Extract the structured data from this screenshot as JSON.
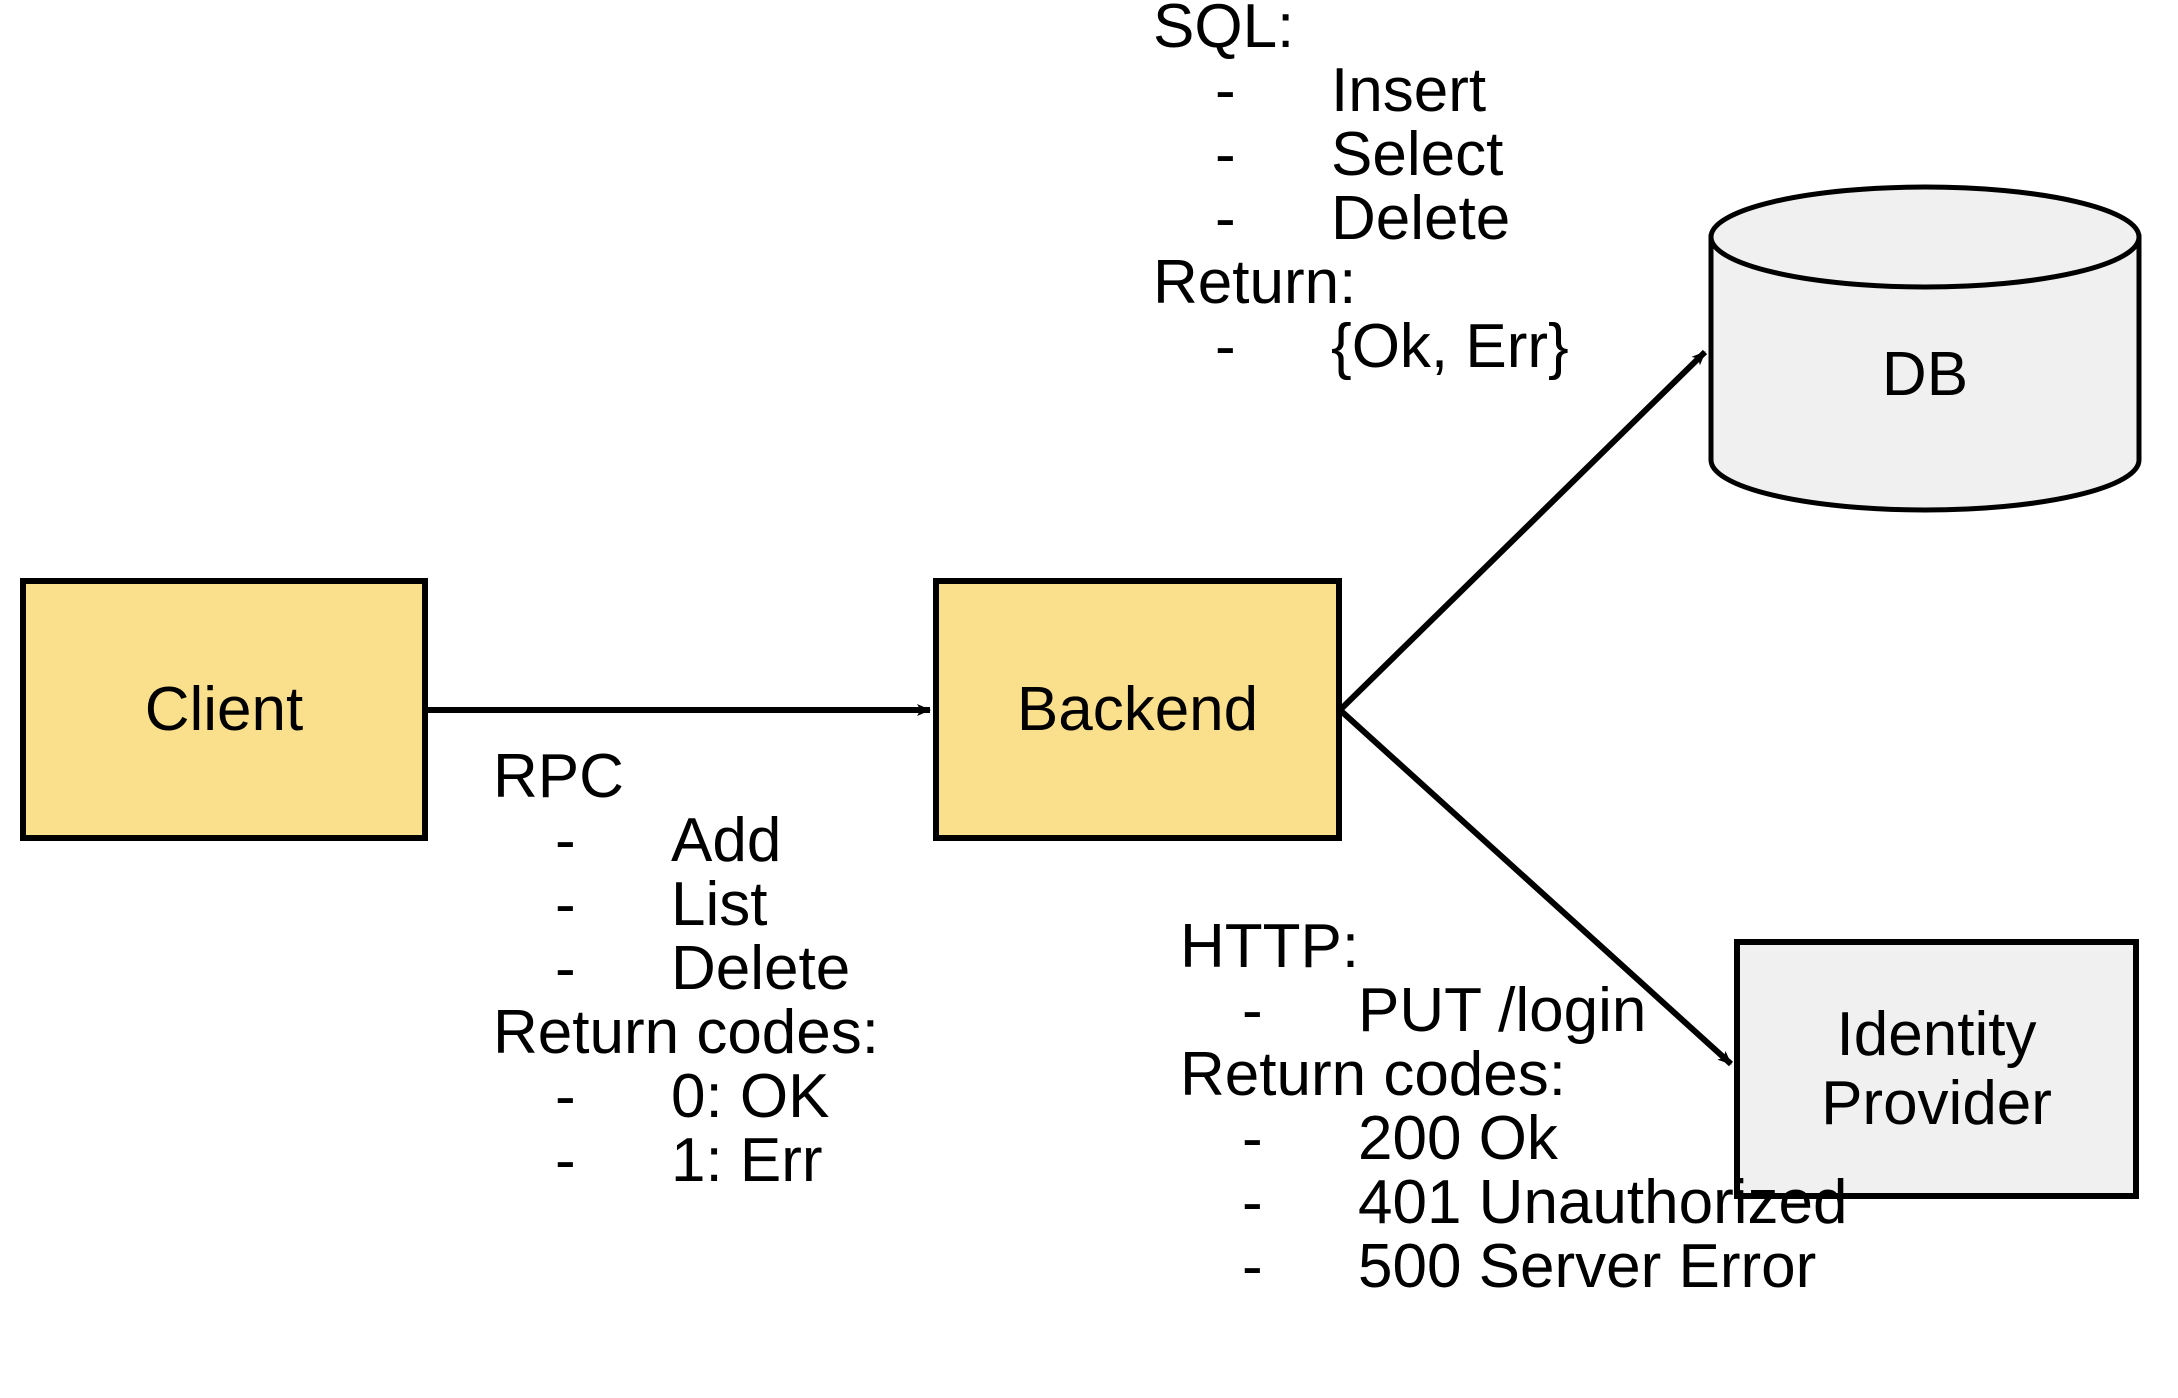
{
  "diagram": {
    "title": "System architecture: Client, Backend, DB, Identity Provider",
    "colors": {
      "node_yellow_fill": "#FAE08C",
      "node_gray_fill": "#F0F0F0",
      "stroke": "#000000",
      "text": "#000000",
      "background": "#FFFFFF"
    }
  },
  "nodes": {
    "client": {
      "label": "Client",
      "shape": "rectangle",
      "fill": "#FAE08C"
    },
    "backend": {
      "label": "Backend",
      "shape": "rectangle",
      "fill": "#FAE08C"
    },
    "db": {
      "label": "DB",
      "shape": "cylinder",
      "fill": "#F0F0F0"
    },
    "identity_provider": {
      "label": "Identity\nProvider",
      "shape": "rectangle",
      "fill": "#F0F0F0"
    }
  },
  "edges": {
    "client_to_backend": {
      "from": "client",
      "to": "backend",
      "arrow": "arrow-head"
    },
    "backend_to_db": {
      "from": "backend",
      "to": "db",
      "arrow": "arrow-head"
    },
    "backend_to_idp": {
      "from": "backend",
      "to": "identity_provider",
      "arrow": "arrow-head"
    }
  },
  "annotations": {
    "rpc": {
      "heading": "RPC",
      "items": [
        "Add",
        "List",
        "Delete"
      ],
      "subheading": "Return codes:",
      "sub_items": [
        "0: OK",
        "1: Err"
      ],
      "dash": "-"
    },
    "sql": {
      "heading": "SQL:",
      "items": [
        "Insert",
        "Select",
        "Delete"
      ],
      "subheading": "Return:",
      "sub_items": [
        "{Ok, Err}"
      ],
      "dash": "-"
    },
    "http": {
      "heading": "HTTP:",
      "items": [
        "PUT /login"
      ],
      "subheading": "Return codes:",
      "sub_items": [
        "200 Ok",
        "401 Unauthorized",
        "500 Server Error"
      ],
      "dash": "-"
    }
  }
}
